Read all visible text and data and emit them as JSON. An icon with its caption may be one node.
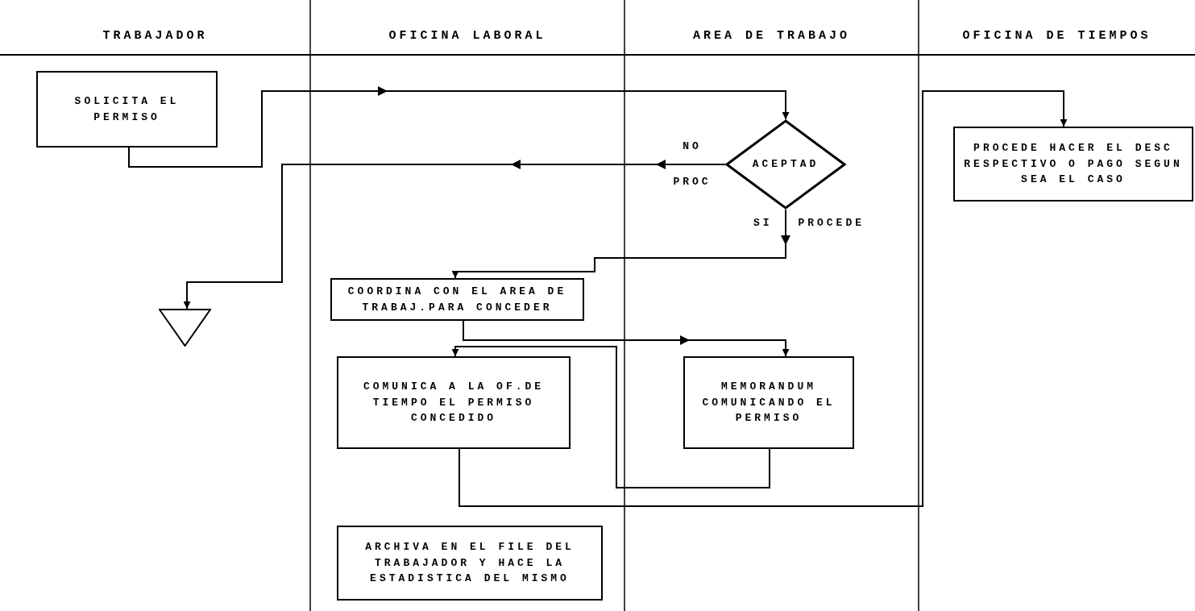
{
  "diagram": {
    "nodes": [
      {
        "text": [
          "SOLICITA EL PERMISO"
        ]
      },
      {
        "text": [
          "ACEPTAD"
        ]
      },
      {
        "text": [],
        "shape": "triangle"
      },
      {
        "text": [
          "COORDINA CON EL AREA DE TRABAJ.PARA CONCEDER"
        ]
      },
      {
        "text": [
          "COMUNICA A LA OF.DE TIEMPO EL PERMISO CONCEDIDO"
        ]
      },
      {
        "text": [
          "MEMORANDUM COMUNICANDO EL PERMISO"
        ]
      },
      {
        "text": [
          "ARCHIVA EN EL FILE DEL TRABAJADOR Y HACE LA ESTADISTICA DEL MISMO"
        ]
      },
      {
        "text": [
          "PROCEDE HACER EL DESC RESPECTIVO O PAGO SEGUN SEA EL CASO"
        ]
      }
    ],
    "edges": [
      {
        "from": 0,
        "to": 1,
        "arrow": "to"
      },
      {
        "from": 1,
        "to": 2,
        "arrow": "to",
        "label": "NO PROC"
      },
      {
        "from": 1,
        "to": 3,
        "arrow": "to",
        "label": "SI PROCEDE"
      },
      {
        "from": 3,
        "to": 5,
        "arrow": "to"
      },
      {
        "from": 5,
        "to": 4,
        "arrow": "to"
      },
      {
        "from": 4,
        "to": 7,
        "arrow": "to"
      }
    ],
    "labels": [
      "TRABAJADOR",
      "OFICINA LABORAL",
      "AREA DE TRABAJO",
      "OFICINA DE TIEMPOS"
    ]
  }
}
